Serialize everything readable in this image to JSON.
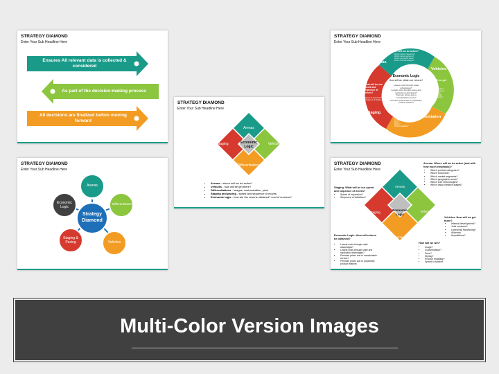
{
  "slides": {
    "s1": {
      "title": "STRATEGY DIAMOND",
      "subtitle": "Enter Your Sub Headline Here",
      "arrows": [
        {
          "text": "Ensures All relevant data is collected & considered",
          "color": "#1a9b8a"
        },
        {
          "text": "As part of the decision-making process",
          "color": "#8cc63f"
        },
        {
          "text": "All decisions are finalized before moving forward",
          "color": "#f39c23"
        }
      ]
    },
    "s2": {
      "title": "STRATEGY DIAMOND",
      "subtitle": "Enter Your Sub Headline Here",
      "center": "Strategy Diamond",
      "nodes": [
        "Arenas",
        "Differentiators",
        "Vehicles",
        "Staging & Pacing",
        "Economic Logic"
      ]
    },
    "s3": {
      "title": "STRATEGY DIAMOND",
      "subtitle": "Enter Your Sub Headline Here",
      "diamond": {
        "top": "Arenas",
        "left": "Staging",
        "right": "Vehicles",
        "bottom": "Differentiations",
        "center": "Economic Logic"
      },
      "bullets": [
        {
          "bold": "Arenas",
          "text": " - where will we be active?"
        },
        {
          "bold": "Vehicles",
          "text": " - how will be get there?"
        },
        {
          "bold": "Differentiations",
          "text": " - images, customization, price"
        },
        {
          "bold": "Staging and pacing",
          "text": " - speed and sequence of moves"
        },
        {
          "bold": "Economic logic",
          "text": " - how are the returns obtained? cost of revenue?"
        }
      ]
    },
    "s4": {
      "title": "STRATEGY DIAMOND",
      "subtitle": "Enter Your Sub Headline Here",
      "arenas": "Arenas",
      "vehicles": "Vehicles",
      "differentiation": "Differentiation",
      "staging": "Staging",
      "center_title": "Economic Logic",
      "center_q": "How will we obtain our returns?",
      "center_items": [
        "Lowest costs through scale advantages?",
        "Lowest costs through scope and replication advantages?",
        "Premium prices due to unmatchable service?",
        "Premium prices due to proprietary product features"
      ],
      "q_arenas": "Where will we be active?",
      "q_vehicles": "How will we get there?",
      "q_diff": "How will we win?",
      "q_staging": "What will be our speed and sequence of moves?",
      "arenas_items": [
        "Which product categories?",
        "Which market segments?",
        "Which geographic areas?",
        "Which core technologies?"
      ],
      "vehicles_items": [
        "Internal development?",
        "Joint ventures?",
        "Licensing/ franchising?",
        "Acquisitions?"
      ],
      "diff_items": [
        "Image?",
        "Customization?",
        "Price?",
        "Styling?",
        "Product reliability?"
      ],
      "staging_items": [
        "Speed of expansion?",
        "Sequence of initiatives?"
      ]
    },
    "s5": {
      "title": "STRATEGY DIAMOND",
      "subtitle": "Enter Your Sub Headline Here",
      "diamond": {
        "top": "Arenas",
        "left": "Staging",
        "right": "Vehicles",
        "bottom": "Differentiations",
        "center": "Economic Logic"
      },
      "arenas_title": "Arenas: Where will we be active (and with how much emphasis)?",
      "arenas_items": [
        "Which product categories?",
        "Which Channels?",
        "Which market segments?",
        "Which geographic areas?",
        "Which core technologies?",
        "Which value-creation stages?"
      ],
      "staging_title": "Staging: What will be our speed and sequence of moves?",
      "staging_items": [
        "Speed of expansion?",
        "Sequence of initiatives?"
      ],
      "vehicles_title": "Vehicles: How will we get there?",
      "vehicles_items": [
        "Internal development?",
        "Joint ventures?",
        "Licensing/ franchising?",
        "Alliances",
        "Acquisitions?"
      ],
      "econ_title": "Economic Logic: How will returns be obtained?",
      "econ_items": [
        "Lowest costs through scale advantages?",
        "Lowest costs through scale and replication advantages?",
        "Premium prices due to unmatchable service?",
        "Premium prices due to proprietary product features"
      ],
      "win_title": "How will we win?",
      "win_items": [
        "Image?",
        "Customization?",
        "Price?",
        "Styling?",
        "Product reliability?",
        "Speed to Market"
      ]
    }
  },
  "banner": {
    "title": "Multi-Color Version Images"
  },
  "colors": {
    "teal": "#1a9b8a",
    "green": "#8cc63f",
    "orange": "#f39c23",
    "red": "#d63a2f",
    "blue": "#1d6fb8",
    "gray": "#bfbfbf"
  }
}
